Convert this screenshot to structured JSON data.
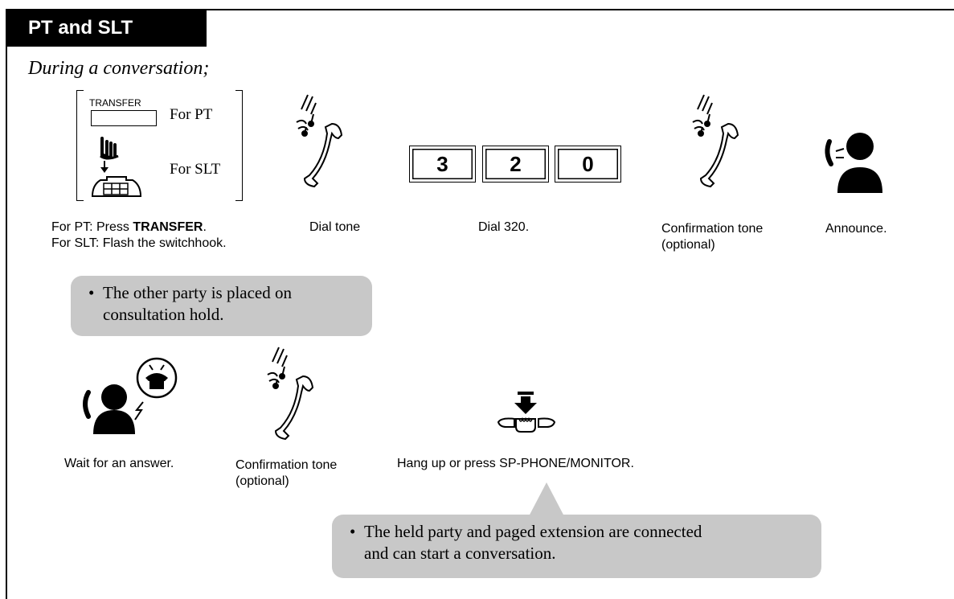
{
  "title": "PT and SLT",
  "context": "During a conversation;",
  "row1": {
    "transfer_button_label": "TRANSFER",
    "for_pt": "For PT",
    "for_slt": "For SLT",
    "step1_caption_line1_prefix": "For PT: Press ",
    "step1_caption_line1_bold": "TRANSFER",
    "step1_caption_line1_suffix": ".",
    "step1_caption_line2": "For SLT: Flash the switchhook.",
    "step2_caption": "Dial tone",
    "digits": [
      "3",
      "2",
      "0"
    ],
    "step3_caption": "Dial 320.",
    "step4_caption_line1": "Confirmation tone",
    "step4_caption_line2": "(optional)",
    "step5_caption": "Announce."
  },
  "note1": {
    "bullet": "•",
    "line1": "The other party is placed on",
    "line2": "consultation hold."
  },
  "row2": {
    "step6_caption": "Wait for an answer.",
    "step7_caption_line1": "Confirmation tone",
    "step7_caption_line2": "(optional)",
    "step8_caption": "Hang up or press SP-PHONE/MONITOR."
  },
  "note2": {
    "bullet": "•",
    "line1": "The held party and paged extension are connected",
    "line2": "and can start a conversation."
  },
  "icons": [
    "handset-tone-icon",
    "hookswitch-hand-icon",
    "speaking-person-icon",
    "waiting-person-icon",
    "hang-up-icon"
  ],
  "colors": {
    "note_bg": "#c8c8c8",
    "tab_bg": "#000000"
  }
}
